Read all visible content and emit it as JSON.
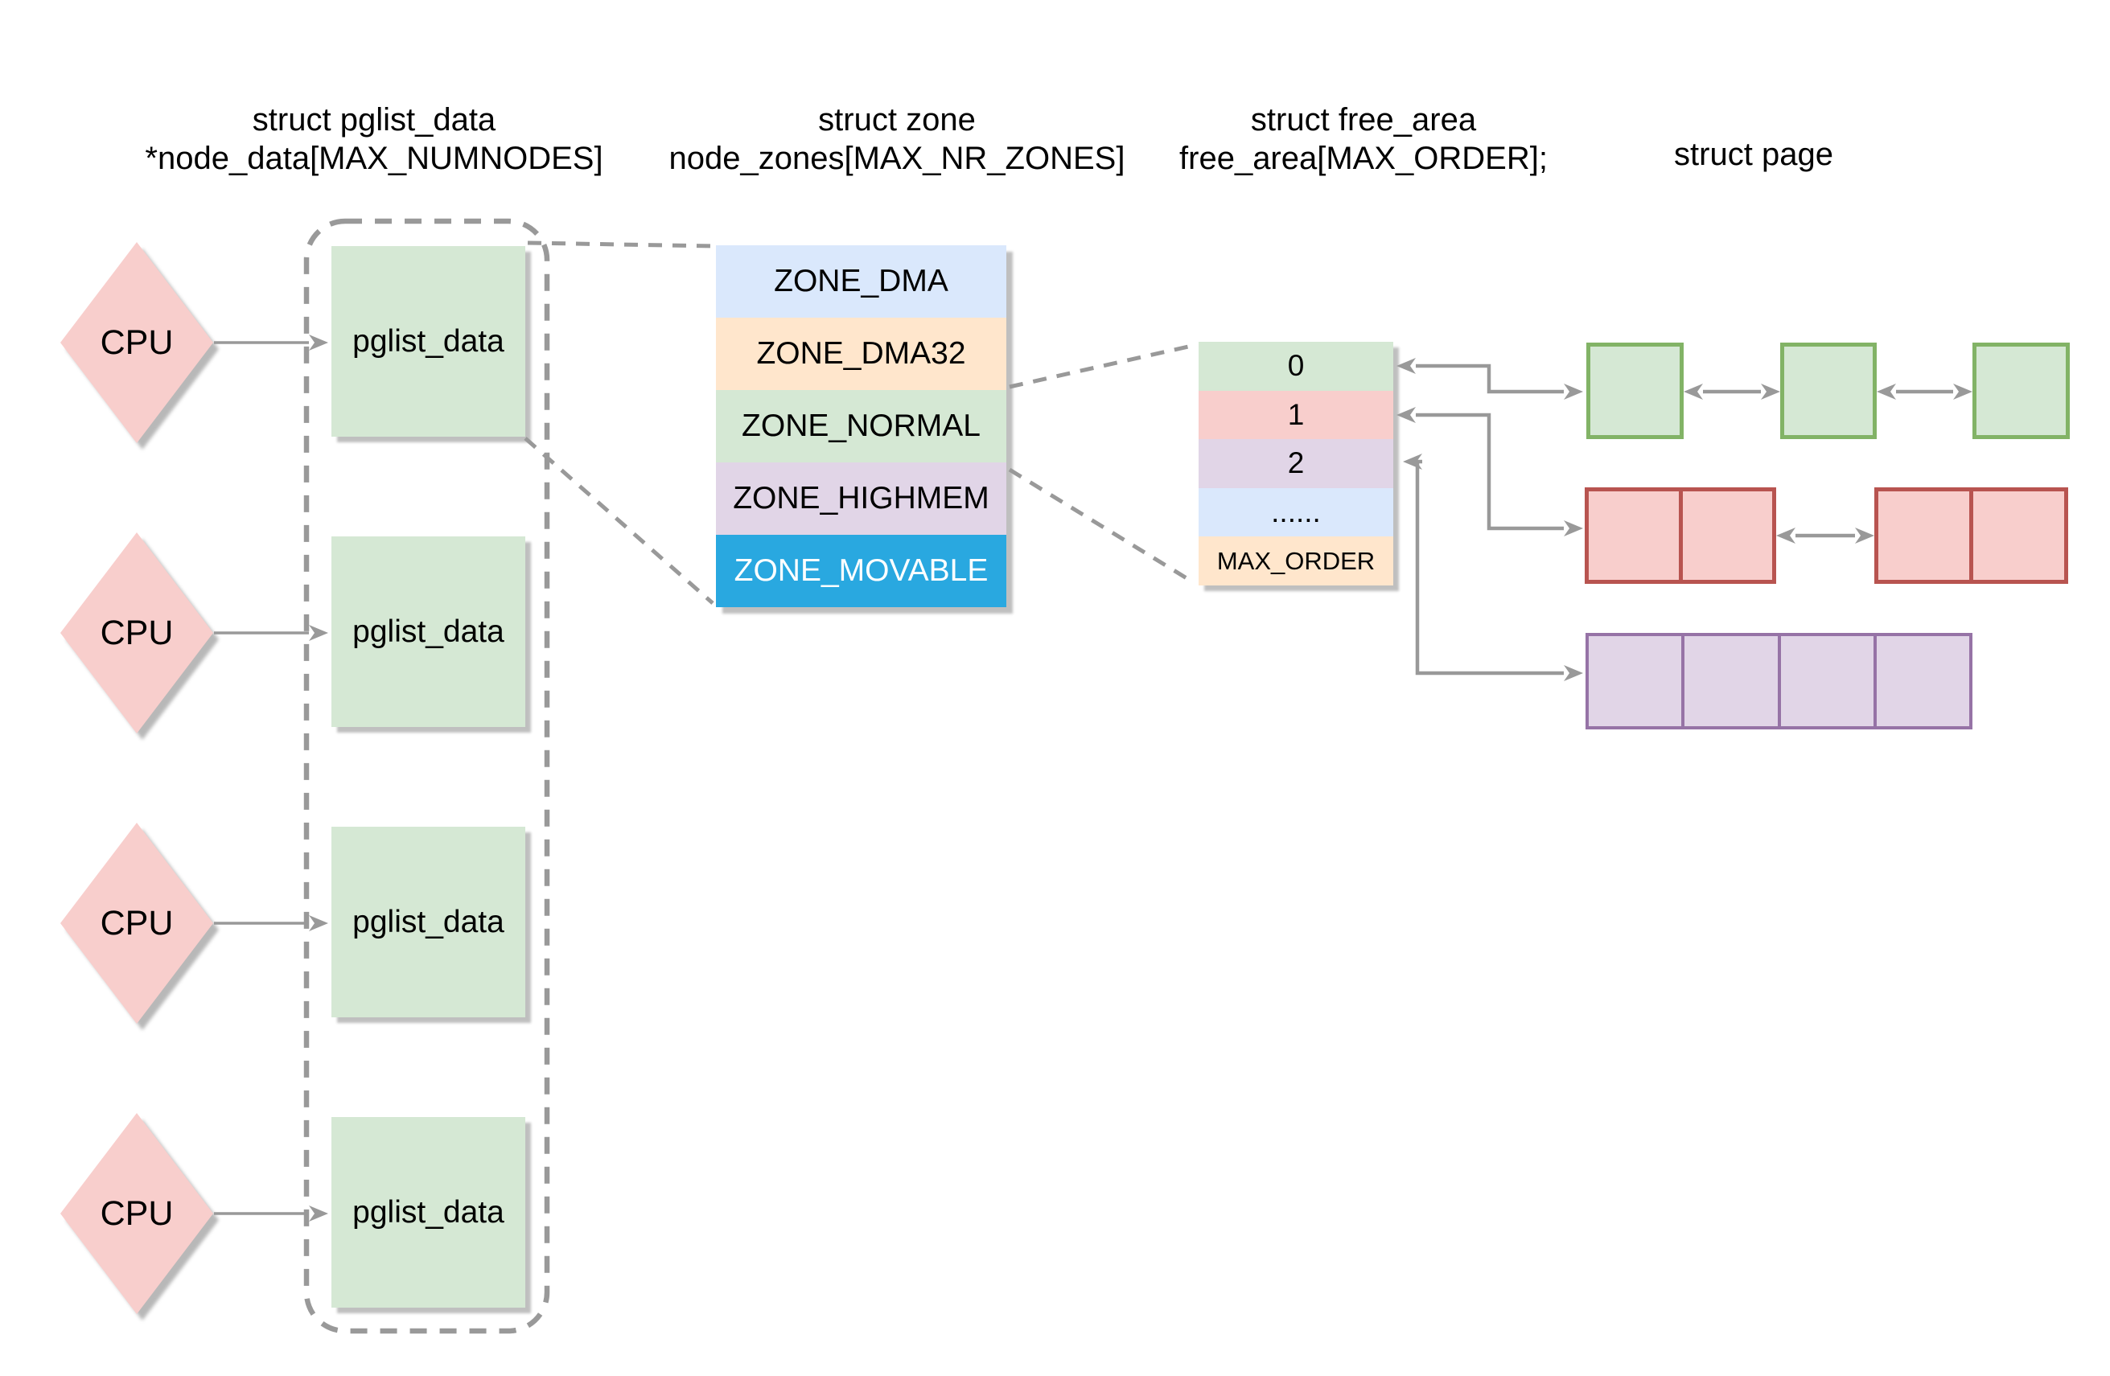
{
  "headers": {
    "pglist": {
      "line1": "struct pglist_data",
      "line2": "*node_data[MAX_NUMNODES]"
    },
    "zone": {
      "line1": "struct zone",
      "line2": "node_zones[MAX_NR_ZONES]"
    },
    "free_area": {
      "line1": "struct free_area",
      "line2": "free_area[MAX_ORDER];"
    },
    "page": {
      "line1": "struct page"
    }
  },
  "cpus": [
    {
      "label": "CPU"
    },
    {
      "label": "CPU"
    },
    {
      "label": "CPU"
    },
    {
      "label": "CPU"
    }
  ],
  "pglist_boxes": [
    {
      "label": "pglist_data"
    },
    {
      "label": "pglist_data"
    },
    {
      "label": "pglist_data"
    },
    {
      "label": "pglist_data"
    }
  ],
  "zones": [
    {
      "label": "ZONE_DMA",
      "fill": "#dae8fc",
      "text_color": "#000000"
    },
    {
      "label": "ZONE_DMA32",
      "fill": "#ffe6cc",
      "text_color": "#000000"
    },
    {
      "label": "ZONE_NORMAL",
      "fill": "#d5e8d4",
      "text_color": "#000000"
    },
    {
      "label": "ZONE_HIGHMEM",
      "fill": "#e1d5e7",
      "text_color": "#000000"
    },
    {
      "label": "ZONE_MOVABLE",
      "fill": "#29a8e0",
      "text_color": "#ffffff"
    }
  ],
  "free_area_rows": [
    {
      "label": "0",
      "fill": "#d5e8d4"
    },
    {
      "label": "1",
      "fill": "#f8cecc"
    },
    {
      "label": "2",
      "fill": "#e1d5e7"
    },
    {
      "label": "......",
      "fill": "#dae8fc"
    },
    {
      "label": "MAX_ORDER",
      "fill": "#ffe6cc"
    }
  ],
  "page_lists": {
    "order0": {
      "blocks": 3,
      "pages_per_block": 1,
      "fill": "#d5e8d4",
      "border": "#82b366"
    },
    "order1": {
      "blocks": 2,
      "pages_per_block": 2,
      "fill": "#f8cecc",
      "border": "#b85450"
    },
    "order2": {
      "blocks": 1,
      "pages_per_block": 4,
      "fill": "#e1d5e7",
      "border": "#9673a6"
    }
  },
  "colors": {
    "cpu_fill": "#f8cecc",
    "pglist_fill": "#d5e8d4",
    "connector_gray": "#999999",
    "node_group_dashed_border": "#9a9a9a",
    "background": "#ffffff"
  }
}
